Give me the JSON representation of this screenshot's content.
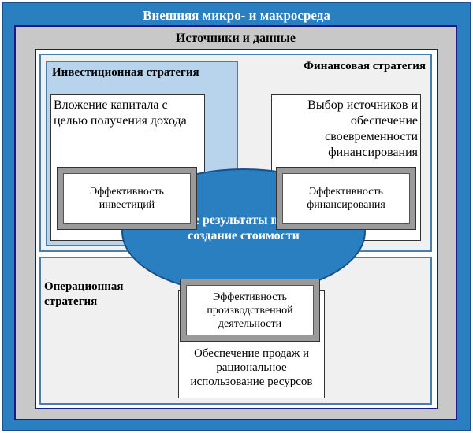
{
  "outer": {
    "title": "Внешняя микро- и макросреда"
  },
  "sources": {
    "title": "Источники и данные"
  },
  "financial_strategy": {
    "title": "Финансовая стратегия",
    "text": "Выбор источников и обеспечение своевременности финансирования",
    "efficiency": "Эффективность финансирования"
  },
  "investment_strategy": {
    "title": "Инвестиционная стратегия",
    "text": "Вложение капитала с целью получения дохода",
    "efficiency": "Эффективность инвестиций"
  },
  "operational_strategy": {
    "title": "Операционная стратегия",
    "efficiency": "Эффективность производственной деятельности",
    "text": "Обеспечение продаж и рациональное использование ресурсов"
  },
  "center": {
    "text": "Общие результаты проекта и создание стоимости"
  },
  "colors": {
    "blue": "#2a7fc0",
    "light_blue": "#b8d4ec",
    "gray": "#c8c8c8",
    "navy": "#1a1a8c"
  }
}
